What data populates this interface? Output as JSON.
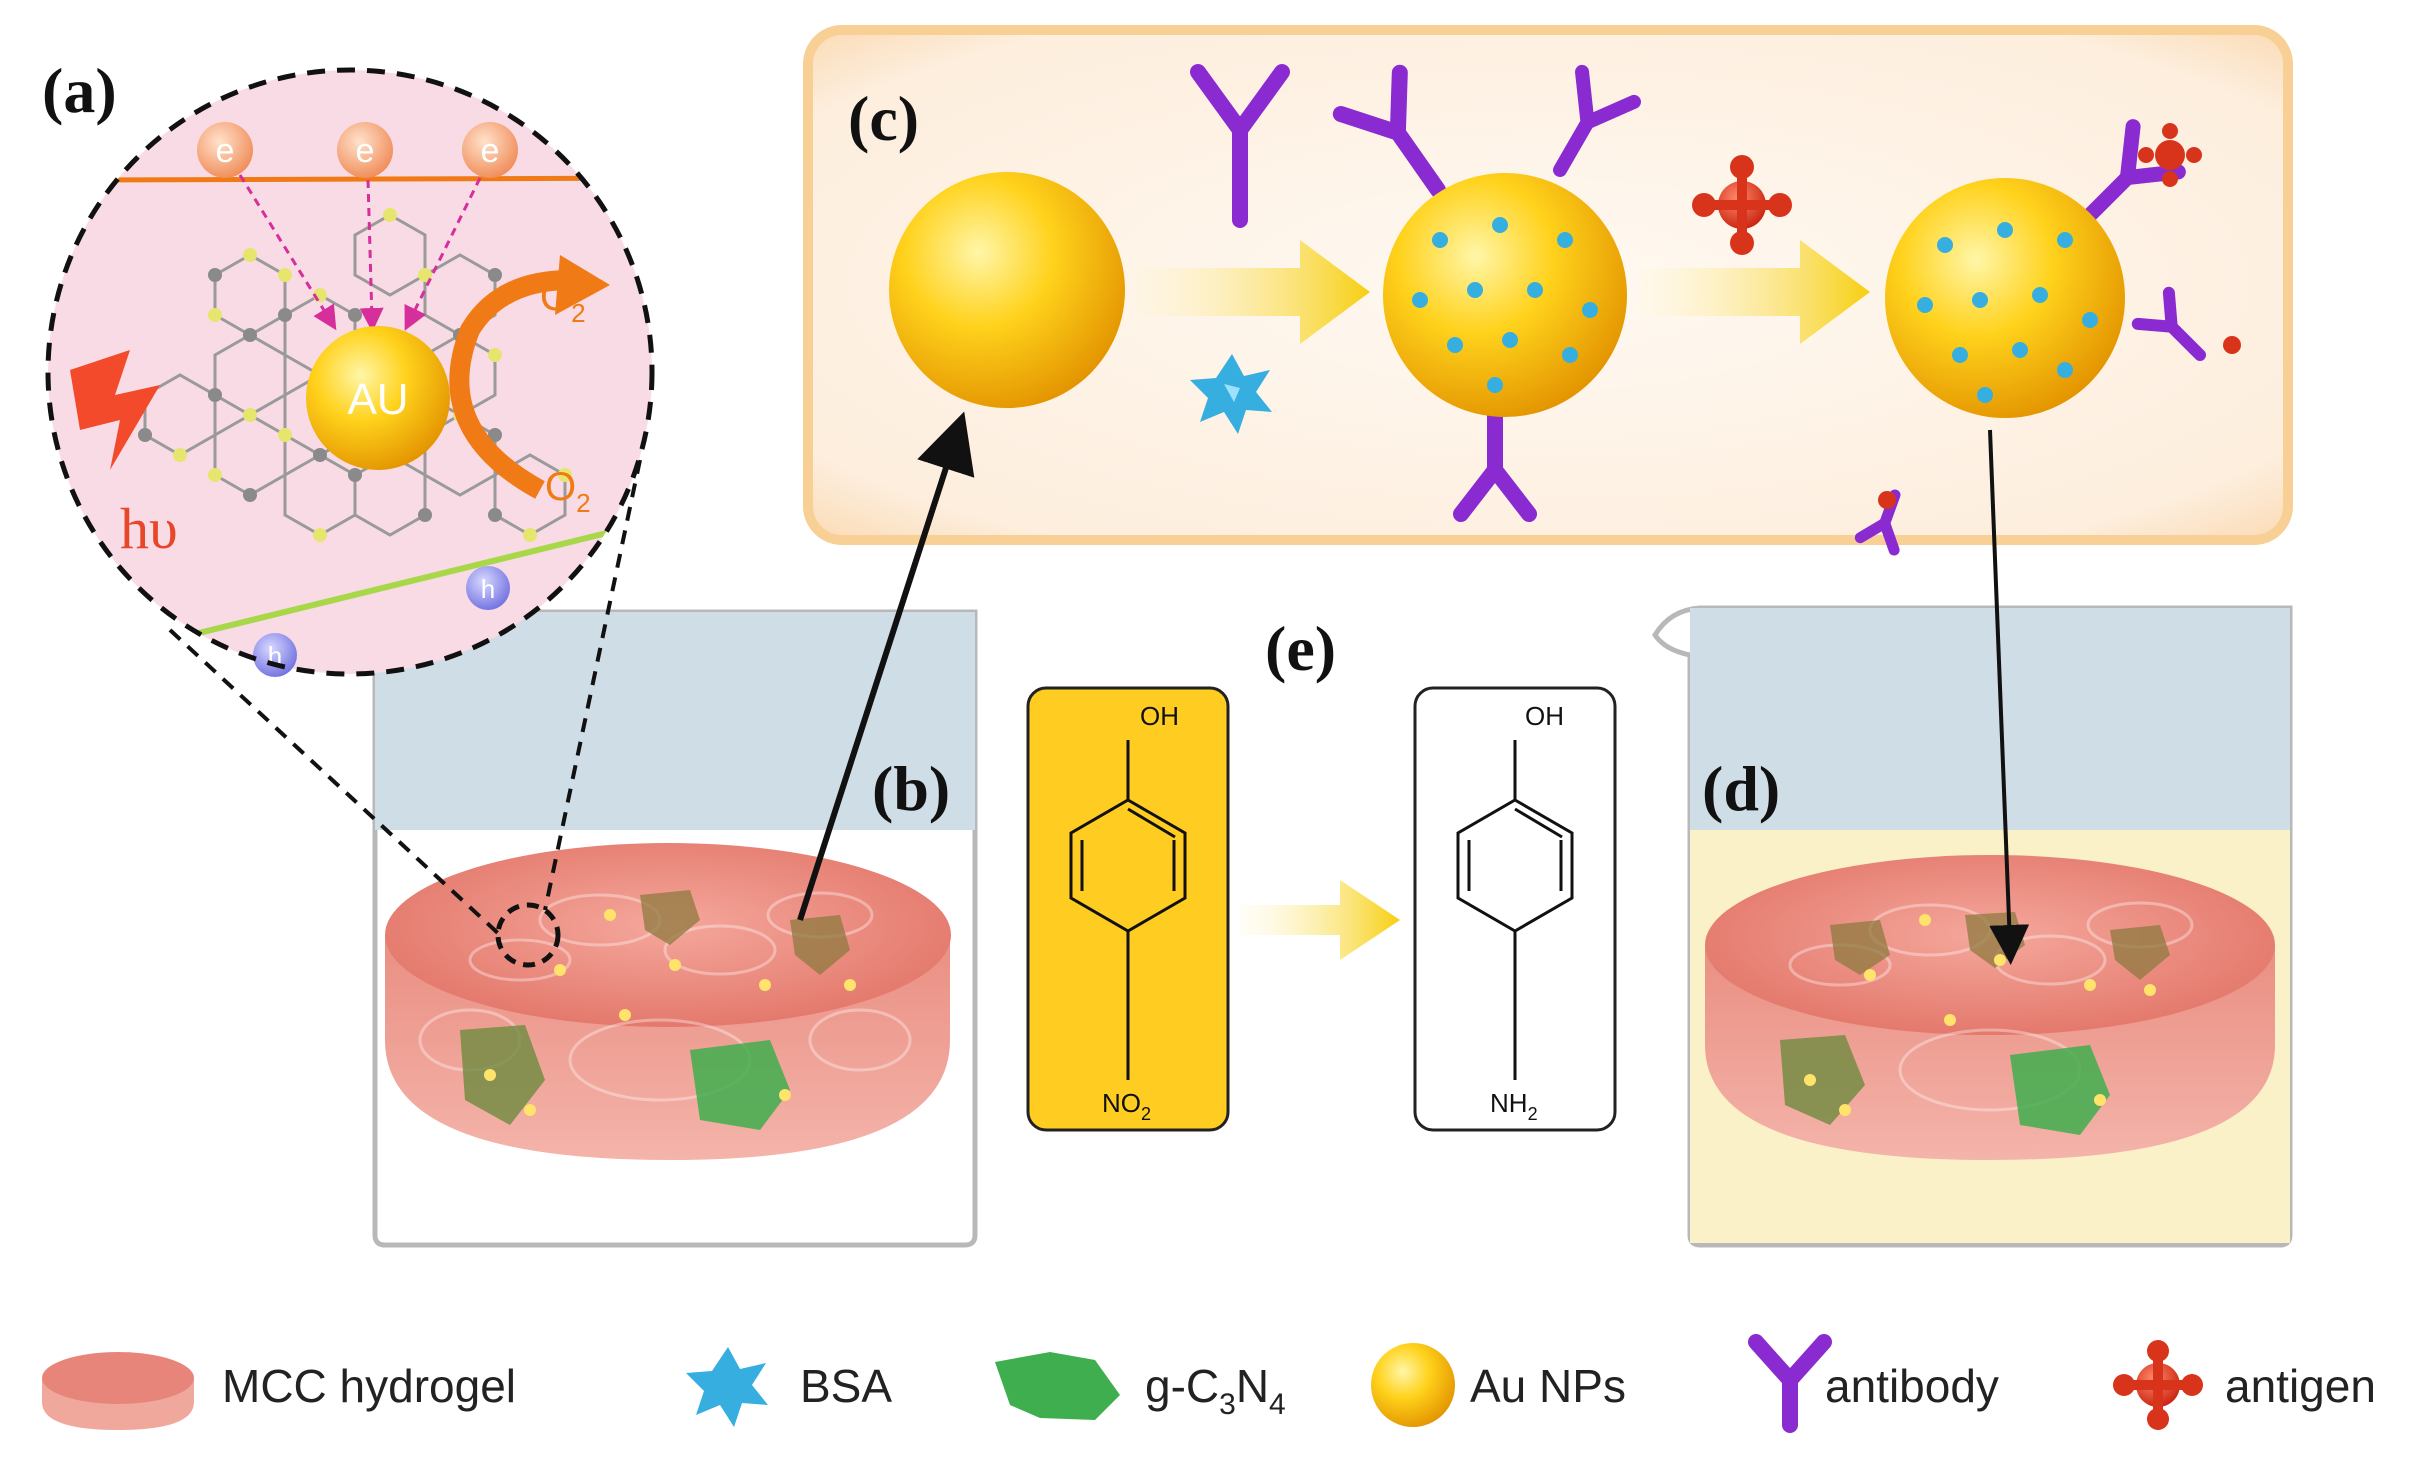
{
  "panels": {
    "a": "(a)",
    "b": "(b)",
    "c": "(c)",
    "d": "(d)",
    "e": "(e)"
  },
  "panel_a": {
    "electron": "e",
    "hole": "h",
    "au": "AU",
    "light": "hυ",
    "o2": "O",
    "o2_sub": "2",
    "superoxide_sign": "-"
  },
  "molecules": {
    "oh_label": "OH",
    "nitro_main": "NO",
    "nitro_sub": "2",
    "amino_main": "NH",
    "amino_sub": "2"
  },
  "legend": {
    "mcc": "MCC hydrogel",
    "bsa": "BSA",
    "gcn_prefix": "g-C",
    "gcn_sub1": "3",
    "gcn_mid": "N",
    "gcn_sub2": "4",
    "au": "Au NPs",
    "antibody": "antibody",
    "antigen": "antigen"
  },
  "colors": {
    "gold": "#f5b800",
    "gold_light": "#ffe36a",
    "antibody": "#8a2bd1",
    "antigen": "#d8341c",
    "bsa": "#37aee0",
    "gcn": "#3fae4e",
    "hydrogel": "#e8857a",
    "beaker_water": "#cfdde6",
    "molecule_box": "#ffcc22",
    "arrow_orange": "#f07a15",
    "pink_bg": "#f8dbe4"
  }
}
